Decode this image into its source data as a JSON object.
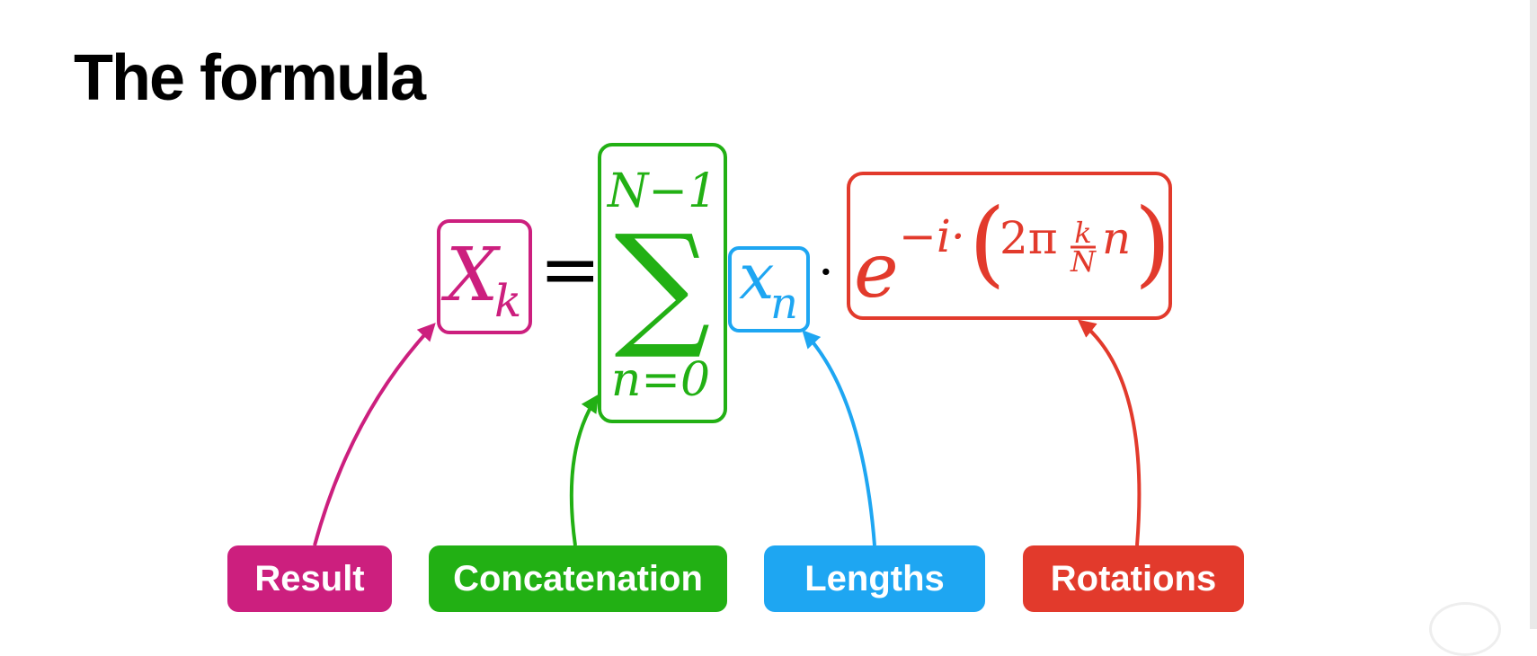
{
  "title": "The formula",
  "formula": {
    "result": {
      "base": "X",
      "sub": "k"
    },
    "equals": "=",
    "sum": {
      "symbol": "∑",
      "upper": "N−1",
      "lower": "n=0"
    },
    "length": {
      "base": "x",
      "sub": "n"
    },
    "dot": "·",
    "rotation": {
      "base": "e",
      "exp_prefix": "−i·",
      "open_paren": "(",
      "two_pi": "2π",
      "frac_num": "k",
      "frac_den": "N",
      "n": "n",
      "close_paren": ")"
    }
  },
  "labels": {
    "result": "Result",
    "concatenation": "Concatenation",
    "lengths": "Lengths",
    "rotations": "Rotations"
  },
  "colors": {
    "result": "#cc1f7e",
    "concatenation": "#22b014",
    "lengths": "#1ea6f2",
    "rotations": "#e23a2c",
    "text": "#000000"
  }
}
